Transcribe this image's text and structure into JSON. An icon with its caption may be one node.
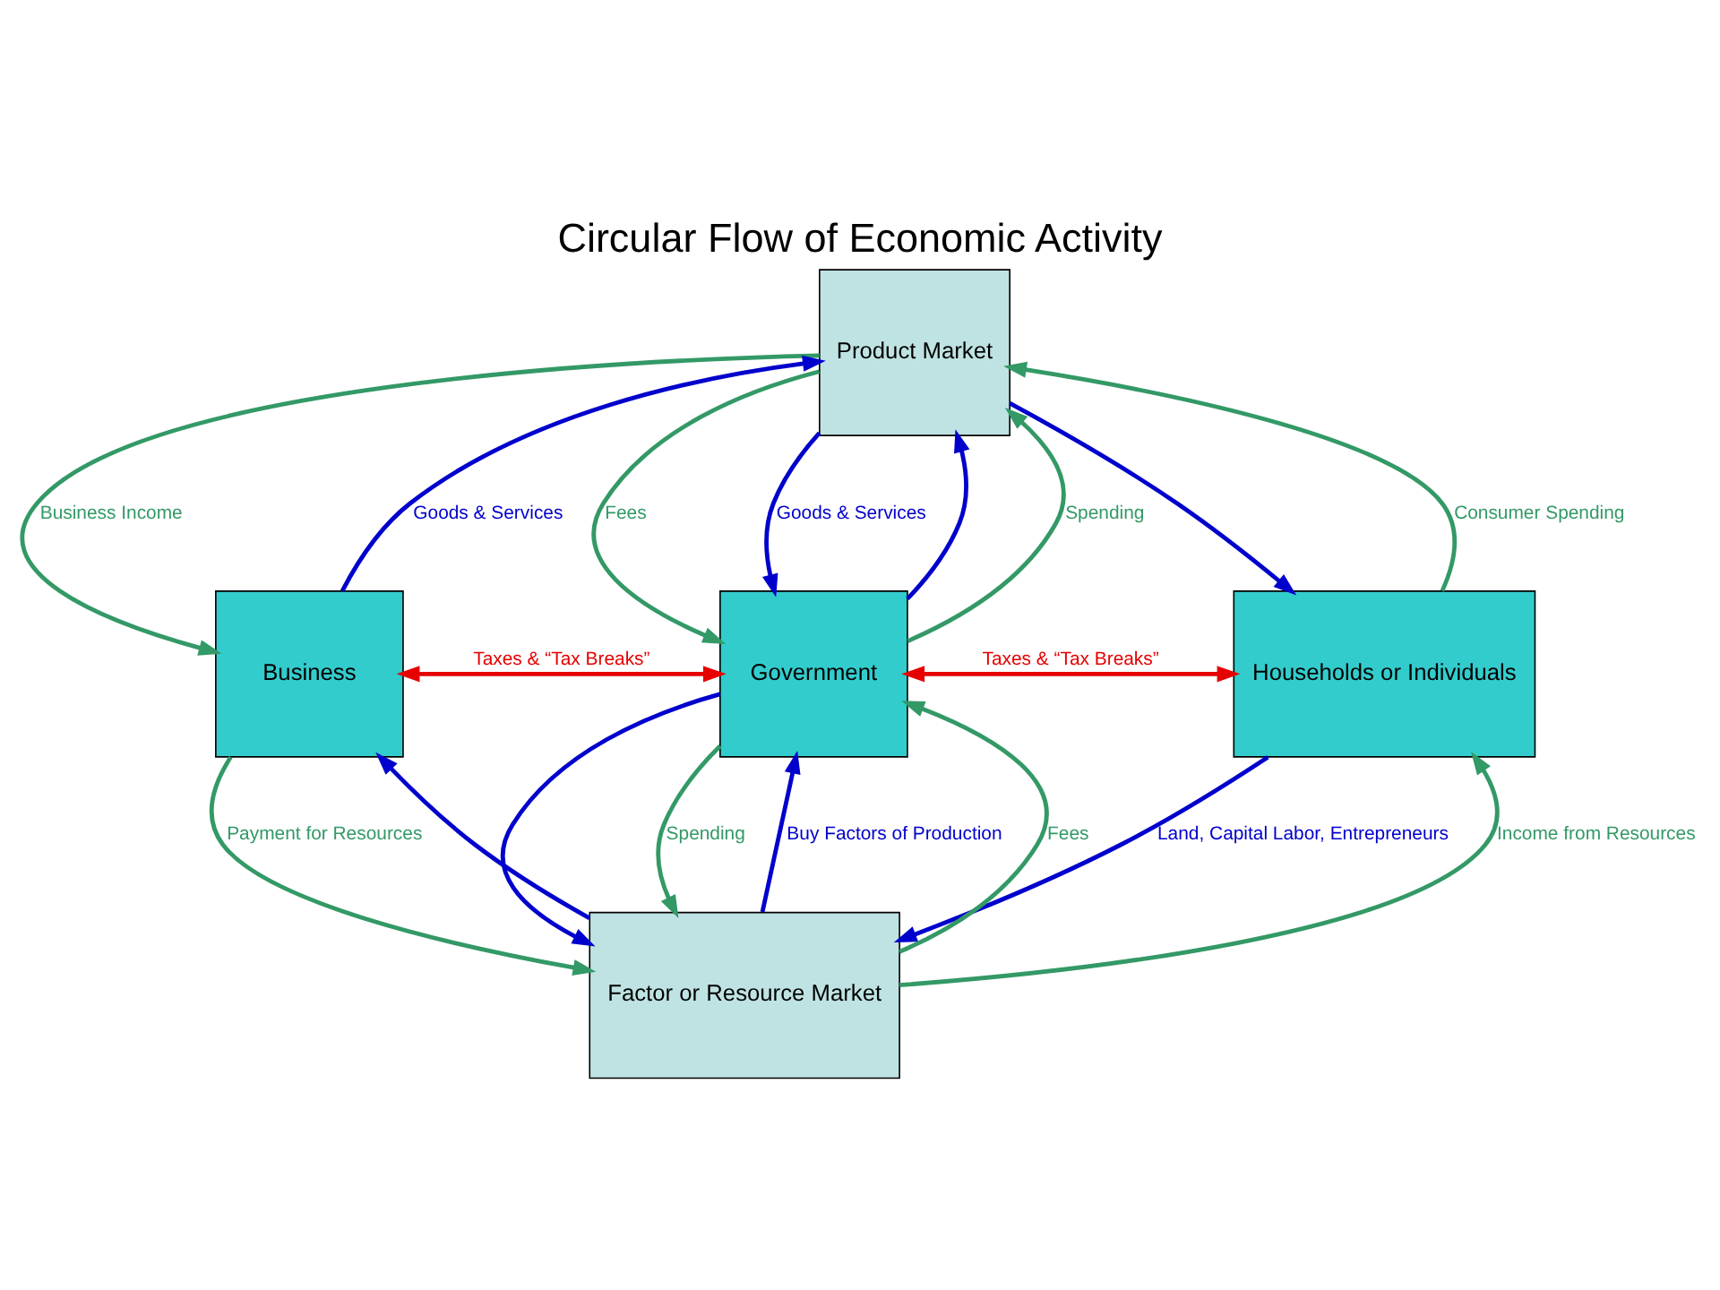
{
  "diagram": {
    "title": "Circular Flow of Economic Activity",
    "nodes": [
      {
        "text": [
          "Product Market"
        ]
      },
      {
        "text": [
          "Business"
        ]
      },
      {
        "text": [
          "Government"
        ]
      },
      {
        "text": [
          "Households or Individuals"
        ]
      },
      {
        "text": [
          "Factor or Resource Market"
        ]
      }
    ],
    "edges": [
      {
        "from": 0,
        "to": 1,
        "arrow": "to",
        "label": "Business Income",
        "color": "#339966"
      },
      {
        "from": 1,
        "to": 0,
        "arrow": "to",
        "label": "Goods & Services",
        "color": "#0000cc"
      },
      {
        "from": 2,
        "to": 0,
        "arrow": "to",
        "color": "#0000cc"
      },
      {
        "from": 3,
        "to": 0,
        "arrow": "to",
        "label": "Consumer Spending",
        "color": "#339966"
      },
      {
        "from": 0,
        "to": 3,
        "arrow": "to",
        "color": "#0000cc"
      },
      {
        "from": 0,
        "to": 2,
        "arrow": "to",
        "label": "Fees",
        "color": "#339966"
      },
      {
        "from": 2,
        "to": 0,
        "arrow": "to",
        "label": "Spending",
        "color": "#339966"
      },
      {
        "from": 0,
        "to": 2,
        "arrow": "to",
        "label": "Goods & Services",
        "color": "#0000cc"
      },
      {
        "from": 1,
        "to": 2,
        "arrow": "both",
        "label": "Taxes & “Tax Breaks”",
        "color": "#e60000"
      },
      {
        "from": 2,
        "to": 3,
        "arrow": "both",
        "label": "Taxes & “Tax Breaks”",
        "color": "#e60000"
      },
      {
        "from": 2,
        "to": 4,
        "arrow": "to",
        "color": "#0000cc"
      },
      {
        "from": 3,
        "to": 4,
        "arrow": "to",
        "label": "Land, Capital Labor, Entrepreneurs",
        "color": "#0000cc"
      },
      {
        "from": 4,
        "to": 2,
        "arrow": "to",
        "label": "Buy Factors of Production",
        "color": "#0000cc"
      },
      {
        "from": 2,
        "to": 4,
        "arrow": "to",
        "label": "Spending",
        "color": "#339966"
      },
      {
        "from": 4,
        "to": 2,
        "arrow": "to",
        "label": "Fees",
        "color": "#339966"
      },
      {
        "from": 4,
        "to": 1,
        "arrow": "to",
        "color": "#0000cc"
      },
      {
        "from": 1,
        "to": 4,
        "arrow": "to",
        "label": "Payment for Resources",
        "color": "#339966"
      },
      {
        "from": 4,
        "to": 3,
        "arrow": "to",
        "label": "Income from Resources",
        "color": "#339966"
      }
    ]
  }
}
